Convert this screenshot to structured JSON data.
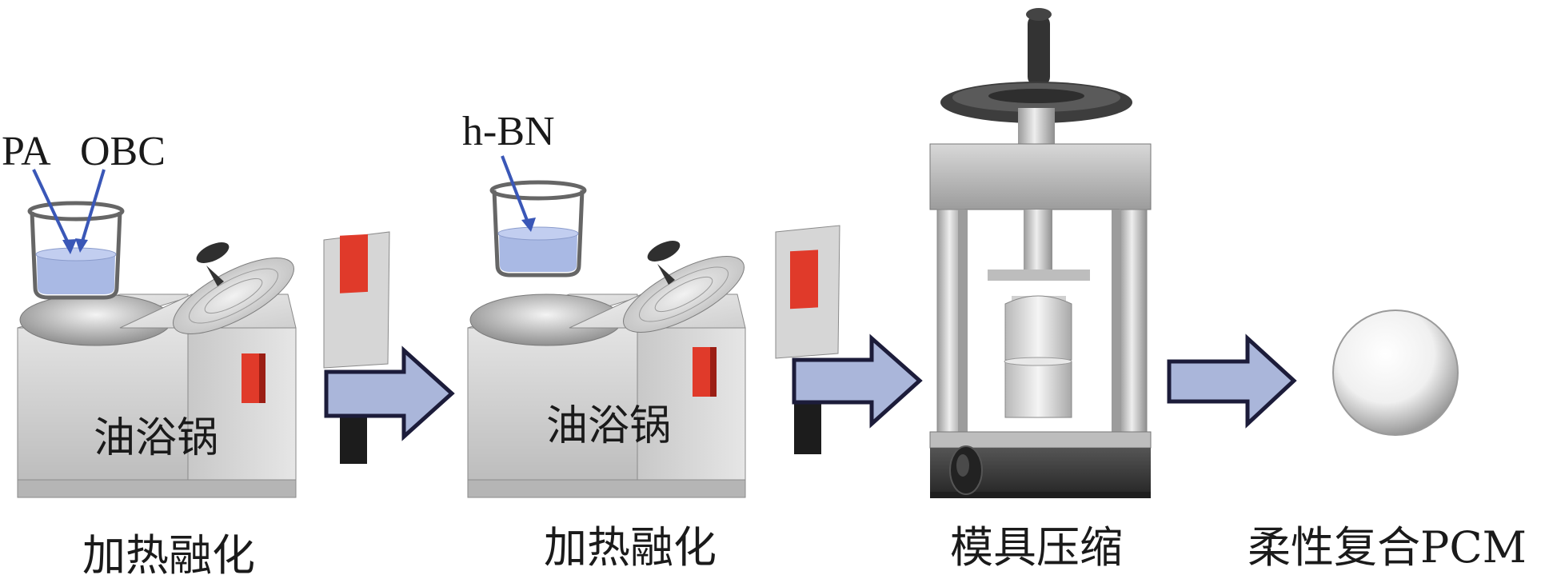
{
  "materials": {
    "pa": "PA",
    "obc": "OBC",
    "hbn": "h-BN"
  },
  "devices": {
    "oil_bath_1": "油浴锅",
    "oil_bath_2": "油浴锅"
  },
  "steps": [
    {
      "label": "加热融化"
    },
    {
      "label": "加热融化"
    },
    {
      "label": "模具压缩"
    },
    {
      "label": "柔性复合PCM"
    }
  ],
  "colors": {
    "liquid": "#a9b9e4",
    "arrow_fill": "#aab6da",
    "arrow_stroke": "#1c1c3a",
    "pointer": "#3a57b7",
    "indicator": "#e03a2a",
    "machine_body": "#cfcfcf",
    "press_base": "#3b3b3b"
  }
}
